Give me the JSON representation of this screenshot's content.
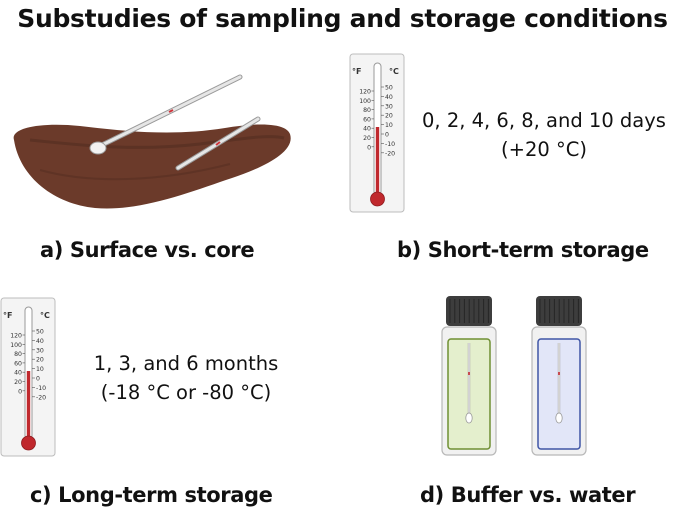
{
  "title": "Substudies of sampling and storage conditions",
  "panels": {
    "a": {
      "caption": "a) Surface vs. core"
    },
    "b": {
      "caption": "b) Short-term storage",
      "condition_line1": "0, 2, 4, 6, 8, and 10 days",
      "condition_line2": "(+20 °C)"
    },
    "c": {
      "caption": "c) Long-term storage",
      "condition_line1": "1, 3, and 6 months",
      "condition_line2": "(-18 °C or -80 °C)"
    },
    "d": {
      "caption": "d) Buffer vs. water"
    }
  },
  "thermometer": {
    "unit_f": "°F",
    "unit_c": "°C",
    "f_ticks": [
      "120",
      "100",
      "80",
      "60",
      "40",
      "20",
      "0"
    ],
    "c_ticks": [
      "50",
      "40",
      "30",
      "20",
      "10",
      "0",
      "-10",
      "-20"
    ]
  },
  "vials": [
    {
      "content": "buffer",
      "fill_color": "#e4efcd",
      "border_color": "#6f8f33"
    },
    {
      "content": "water",
      "fill_color": "#e2e6f8",
      "border_color": "#3f55a6"
    }
  ],
  "colors": {
    "stool": "#6b3a2a",
    "mercury": "#c0282d",
    "cap": "#3d3d3d"
  }
}
